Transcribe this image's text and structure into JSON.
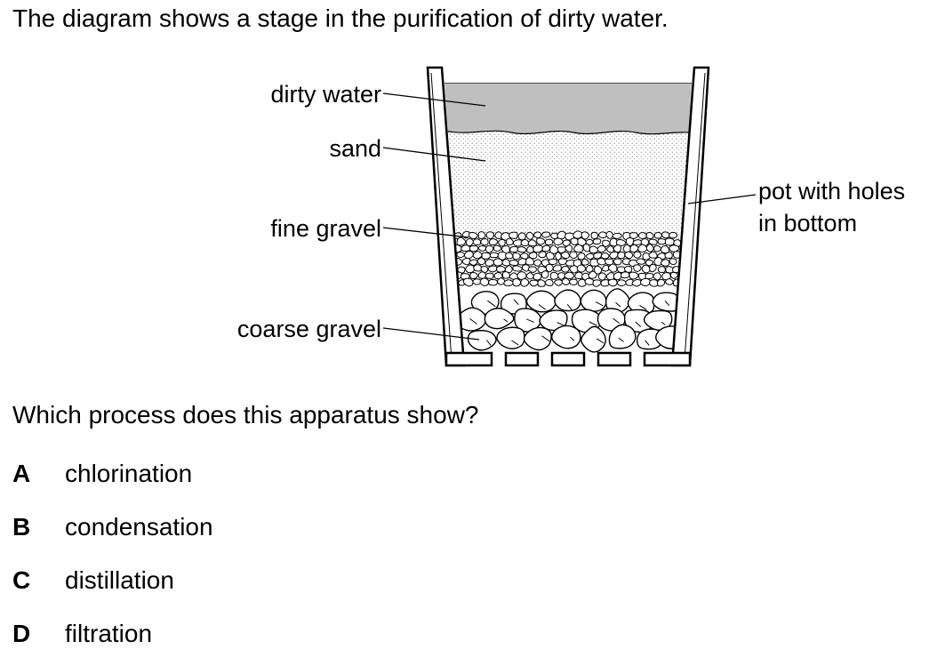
{
  "intro": "The diagram shows a stage in the purification of dirty water.",
  "diagram": {
    "labels": {
      "dirty_water": "dirty water",
      "sand": "sand",
      "fine_gravel": "fine gravel",
      "coarse_gravel": "coarse gravel",
      "pot_line1": "pot with holes",
      "pot_line2": "in bottom"
    }
  },
  "question": "Which process does this apparatus show?",
  "options": [
    {
      "letter": "A",
      "text": "chlorination"
    },
    {
      "letter": "B",
      "text": "condensation"
    },
    {
      "letter": "C",
      "text": "distillation"
    },
    {
      "letter": "D",
      "text": "filtration"
    }
  ]
}
